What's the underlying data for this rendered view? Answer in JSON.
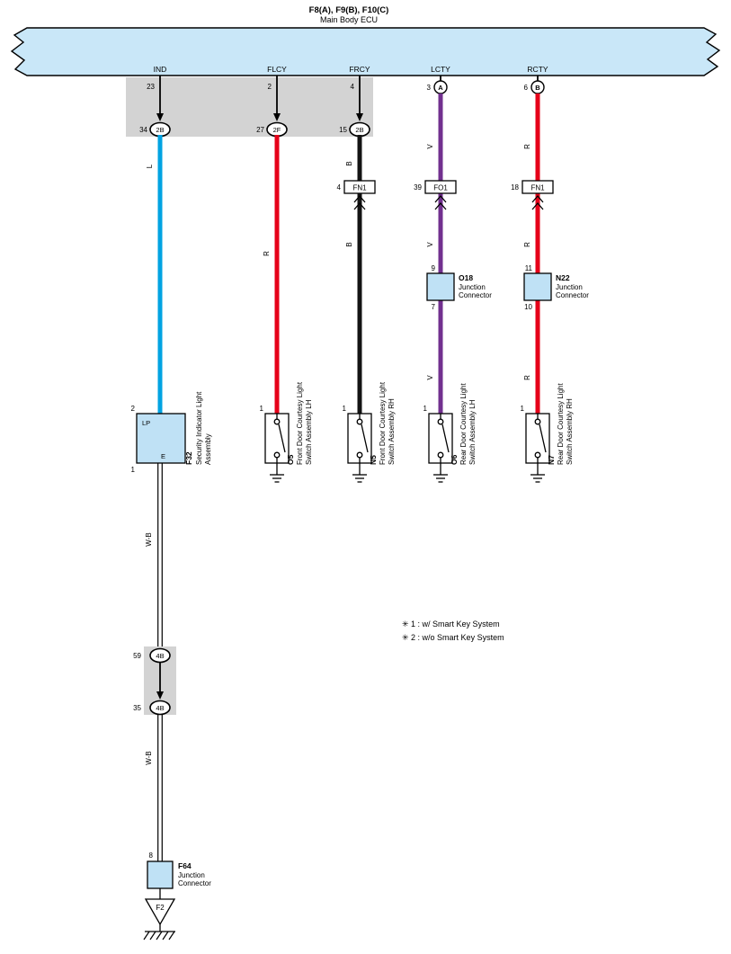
{
  "colors": {
    "ecu_fill": "#C9E7F8",
    "connector_fill": "#BFE1F5",
    "block_gray": "#D3D3D3",
    "wire_blue": "#00A3E2",
    "wire_red": "#E60019",
    "wire_black": "#141414",
    "wire_purple": "#72308F"
  },
  "title": {
    "code": "F8(A), F9(B), F10(C)",
    "name": "Main Body ECU"
  },
  "bus_pins": [
    {
      "name": "IND",
      "num": "23"
    },
    {
      "name": "FLCY",
      "num": "2"
    },
    {
      "name": "FRCY",
      "num": "4"
    },
    {
      "name": "LCTY",
      "num": "3",
      "ring": "A"
    },
    {
      "name": "RCTY",
      "num": "6",
      "ring": "B"
    }
  ],
  "ecu_connectors": [
    {
      "num": "34",
      "label": "2B"
    },
    {
      "num": "27",
      "label": "2F"
    },
    {
      "num": "15",
      "label": "2B"
    }
  ],
  "wire_labels": {
    "c1": "L",
    "c2": "R",
    "c3a": "B",
    "c3b": "B",
    "c4a": "V",
    "c4b": "V",
    "c4c": "V",
    "c5a": "R",
    "c5b": "R",
    "c5c": "R",
    "g1": "W-B",
    "g2": "W-B"
  },
  "inline_connectors": [
    {
      "num": "4",
      "label": "FN1"
    },
    {
      "num": "39",
      "label": "FO1"
    },
    {
      "num": "18",
      "label": "FN1"
    }
  ],
  "junctions": [
    {
      "pin_top": "9",
      "pin_bottom": "7",
      "code": "O18",
      "name1": "Junction",
      "name2": "Connector"
    },
    {
      "pin_top": "11",
      "pin_bottom": "10",
      "code": "N22",
      "name1": "Junction",
      "name2": "Connector"
    }
  ],
  "components": {
    "f32": {
      "pin_top": "2",
      "term_top": "LP",
      "term_bottom": "E",
      "pin_bottom": "1",
      "code": "F32",
      "name1": "Security Indicator Light",
      "name2": "Assembly"
    },
    "o5": {
      "pin": "1",
      "code": "O5",
      "name1": "Front Door Courtesy Light",
      "name2": "Switch Assembly LH"
    },
    "n5": {
      "pin": "1",
      "code": "N5",
      "name1": "Front Door Courtesy Light",
      "name2": "Switch Assembly RH"
    },
    "o6": {
      "pin": "1",
      "code": "O6",
      "name1": "Rear Door Courtesy Light",
      "name2": "Switch Assembly LH"
    },
    "n7": {
      "pin": "1",
      "code": "N7",
      "name1": "Rear Door Courtesy Light",
      "name2": "Switch Assembly RH"
    }
  },
  "body_connectors": [
    {
      "num": "59",
      "label": "4B"
    },
    {
      "num": "35",
      "label": "4B"
    }
  ],
  "f64": {
    "pin": "8",
    "code": "F64",
    "name1": "Junction",
    "name2": "Connector"
  },
  "ground_label": "F2",
  "notes": [
    "✳ 1 : w/ Smart Key System",
    "✳ 2 : w/o Smart Key System"
  ]
}
